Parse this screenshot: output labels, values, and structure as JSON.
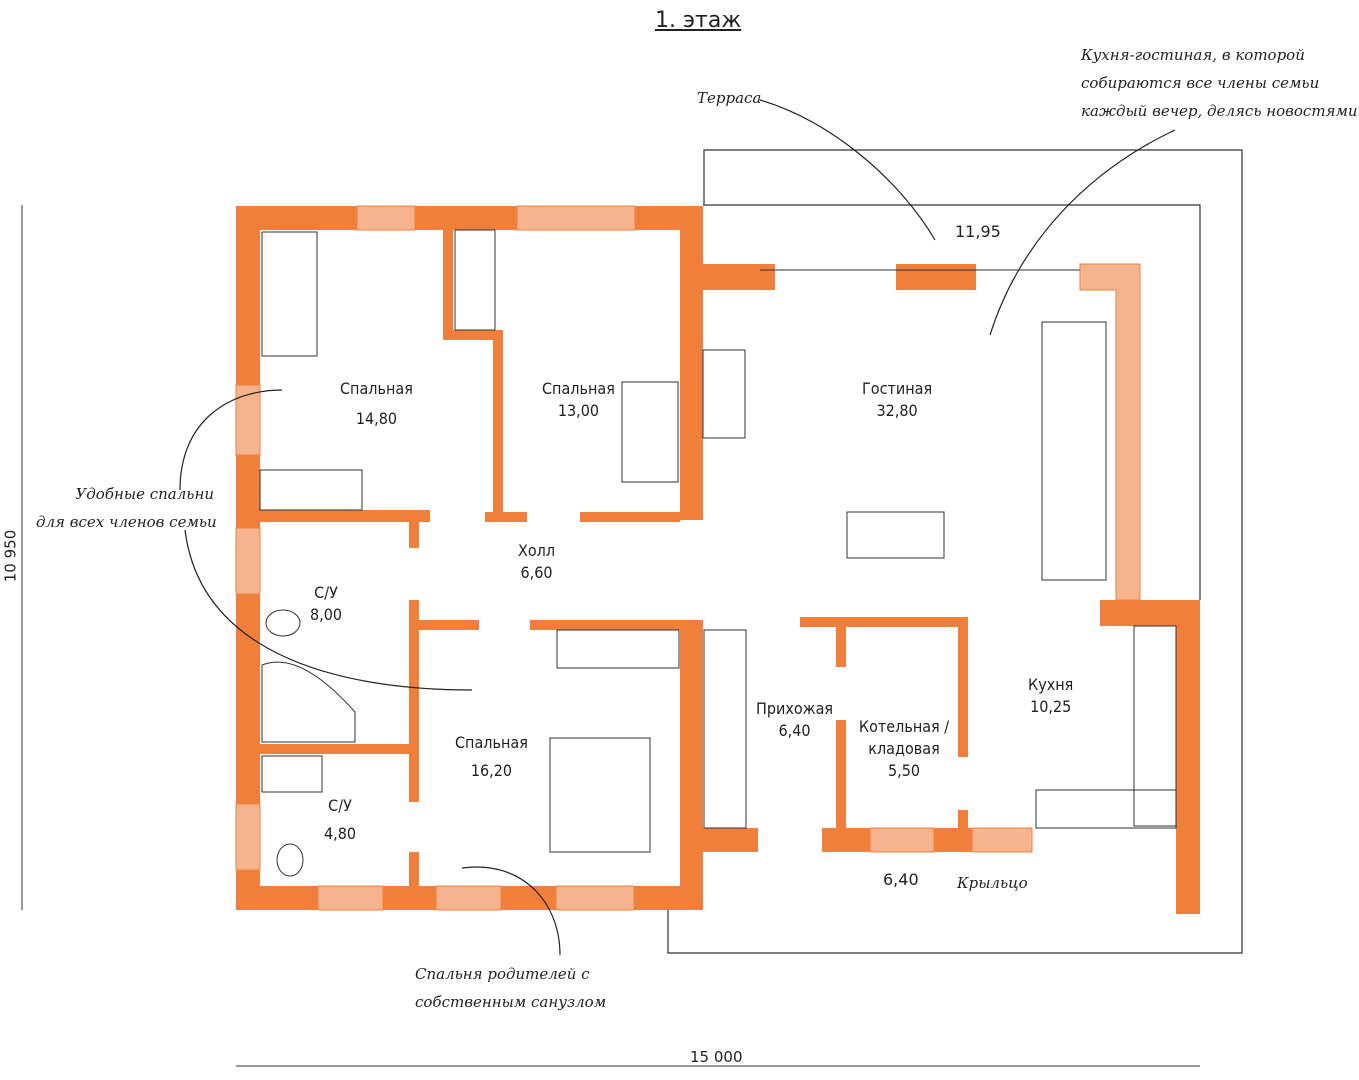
{
  "title": "1. этаж",
  "colors": {
    "wall": "#F07F3C",
    "window": "#F6B48E",
    "line": "#222222"
  },
  "dimensions": {
    "width": "15 000",
    "height": "10 950"
  },
  "rooms": [
    {
      "name": "Спальная",
      "area": "14,80"
    },
    {
      "name": "Спальная",
      "area": "13,00"
    },
    {
      "name": "Гостиная",
      "area": "32,80"
    },
    {
      "name": "Холл",
      "area": "6,60"
    },
    {
      "name": "С/У",
      "area": "8,00"
    },
    {
      "name": "Спальная",
      "area": "16,20"
    },
    {
      "name": "С/У",
      "area": "4,80"
    },
    {
      "name": "Прихожая",
      "area": "6,40"
    },
    {
      "name": "Котельная / кладовая",
      "area": "5,50"
    },
    {
      "name": "Кухня",
      "area": "10,25"
    },
    {
      "name": "Крыльцо",
      "area": "6,40"
    },
    {
      "name": "Терраса",
      "area": "11,95"
    }
  ],
  "notes": {
    "kitchen_living": [
      "Кухня-гостиная, в которой",
      "собираются все члены семьи",
      "каждый вечер, делясь новостями"
    ],
    "bedrooms": [
      "Удобные спальни",
      "для всех членов семьи"
    ],
    "parents": [
      "Спальня родителей с",
      "собственным санузлом"
    ]
  }
}
